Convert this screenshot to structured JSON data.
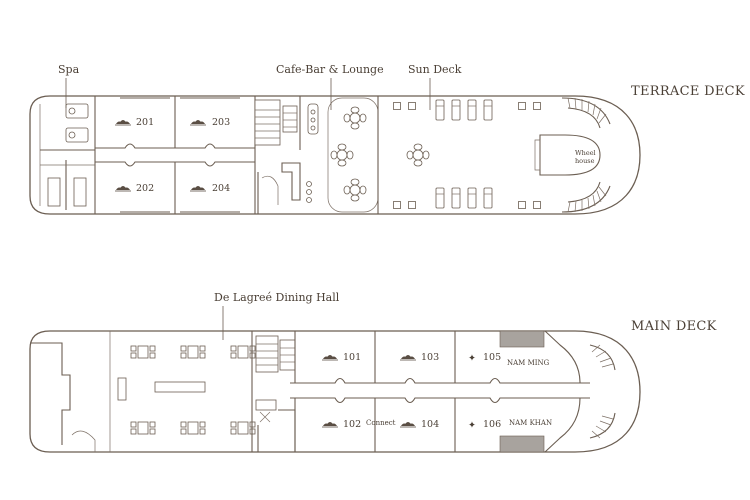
{
  "terrace_deck": {
    "title": "TERRACE DECK",
    "labels": {
      "spa": "Spa",
      "cafe": "Cafe-Bar & Lounge",
      "sun_deck": "Sun Deck",
      "wheelhouse_1": "Wheel",
      "wheelhouse_2": "house"
    },
    "cabins": [
      "201",
      "203",
      "202",
      "204"
    ]
  },
  "main_deck": {
    "title": "MAIN DECK",
    "labels": {
      "dining": "De Lagreé Dining Hall",
      "connect": "Connect",
      "nam_ming": "NAM MING",
      "nam_khan": "NAM KHAN"
    },
    "cabins": [
      "101",
      "103",
      "105",
      "102",
      "104",
      "106"
    ]
  },
  "colors": {
    "line": "#6b5e52",
    "text": "#4a3f35",
    "dark_fill": "#7a7069"
  }
}
